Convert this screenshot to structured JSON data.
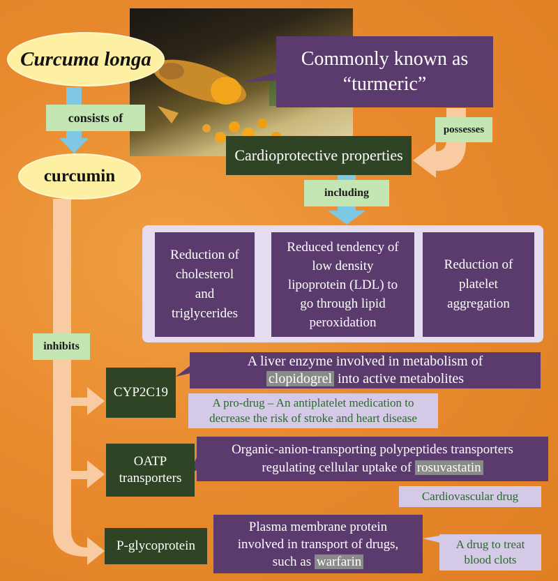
{
  "colors": {
    "background": "#e98a2f",
    "oval": "#fdf0a2",
    "label_green": "#c3e6b2",
    "box_purple": "#5b3a6e",
    "box_darkgreen": "#2f4425",
    "callout_lavender": "#d5c9e8",
    "arrow_blue": "#7ec8e3",
    "arrow_peach": "#f9cba3"
  },
  "top": {
    "curcuma": "Curcuma longa",
    "consists_of": "consists of",
    "curcumin": "curcumin",
    "known_as": {
      "line1": "Commonly known as",
      "line2": "“turmeric”"
    },
    "possesses": "possesses",
    "cardioprotective": "Cardioprotective properties",
    "including": "including"
  },
  "properties": [
    {
      "lines": [
        "Reduction of",
        "cholesterol",
        "and",
        "triglycerides"
      ]
    },
    {
      "lines": [
        "Reduced tendency of",
        "low density",
        "lipoprotein (LDL) to",
        "go through lipid",
        "peroxidation"
      ]
    },
    {
      "lines": [
        "Reduction of",
        "platelet",
        "aggregation"
      ]
    }
  ],
  "inhibits": "inhibits",
  "targets": {
    "cyp": {
      "name": "CYP2C19",
      "desc_line1": "A liver enzyme involved in metabolism of",
      "drug": "clopidogrel",
      "desc_tail": "into active metabolites",
      "note_line1": "A pro-drug – An antiplatelet medication to",
      "note_line2": "decrease the risk of stroke and heart disease"
    },
    "oatp": {
      "name_line1": "OATP",
      "name_line2": "transporters",
      "desc_line1": "Organic-anion-transporting polypeptides transporters",
      "desc_pre": "regulating cellular uptake of",
      "drug": "rosuvastatin",
      "note": "Cardiovascular drug"
    },
    "pgp": {
      "name": "P-glycoprotein",
      "desc_line1": "Plasma membrane protein",
      "desc_line2": "involved in transport of drugs,",
      "desc_pre": "such as",
      "drug": "warfarin",
      "note_line1": "A drug to treat",
      "note_line2": "blood clots"
    }
  }
}
